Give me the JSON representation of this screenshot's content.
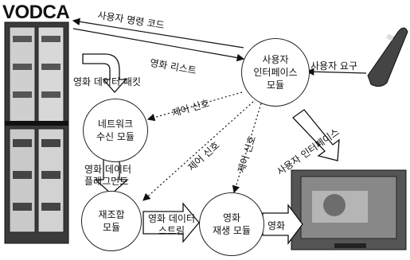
{
  "title": "VODCA",
  "nodes": {
    "ui_module": "사용자\n인터페이스\n모듈",
    "net_module": "네트워크\n수신 모듈",
    "reassembly_module": "재조합\n모듈",
    "player_module": "영화\n재생 모듈"
  },
  "labels": {
    "user_command_code": "사용자 명령 코드",
    "movie_list": "영화 리스트",
    "user_request": "사용자 요구",
    "movie_data_packet": "영화 데이터 패킷",
    "control_signal_1": "제어 신호",
    "control_signal_2": "제어 신호",
    "control_signal_3": "제어 신호",
    "user_interface": "사용자 인터페이스",
    "movie_data_fragment": "영화 데이터\n플래그먼트",
    "movie_data_stream": "영화 데이터\n스트림",
    "movie_out": "영화"
  }
}
